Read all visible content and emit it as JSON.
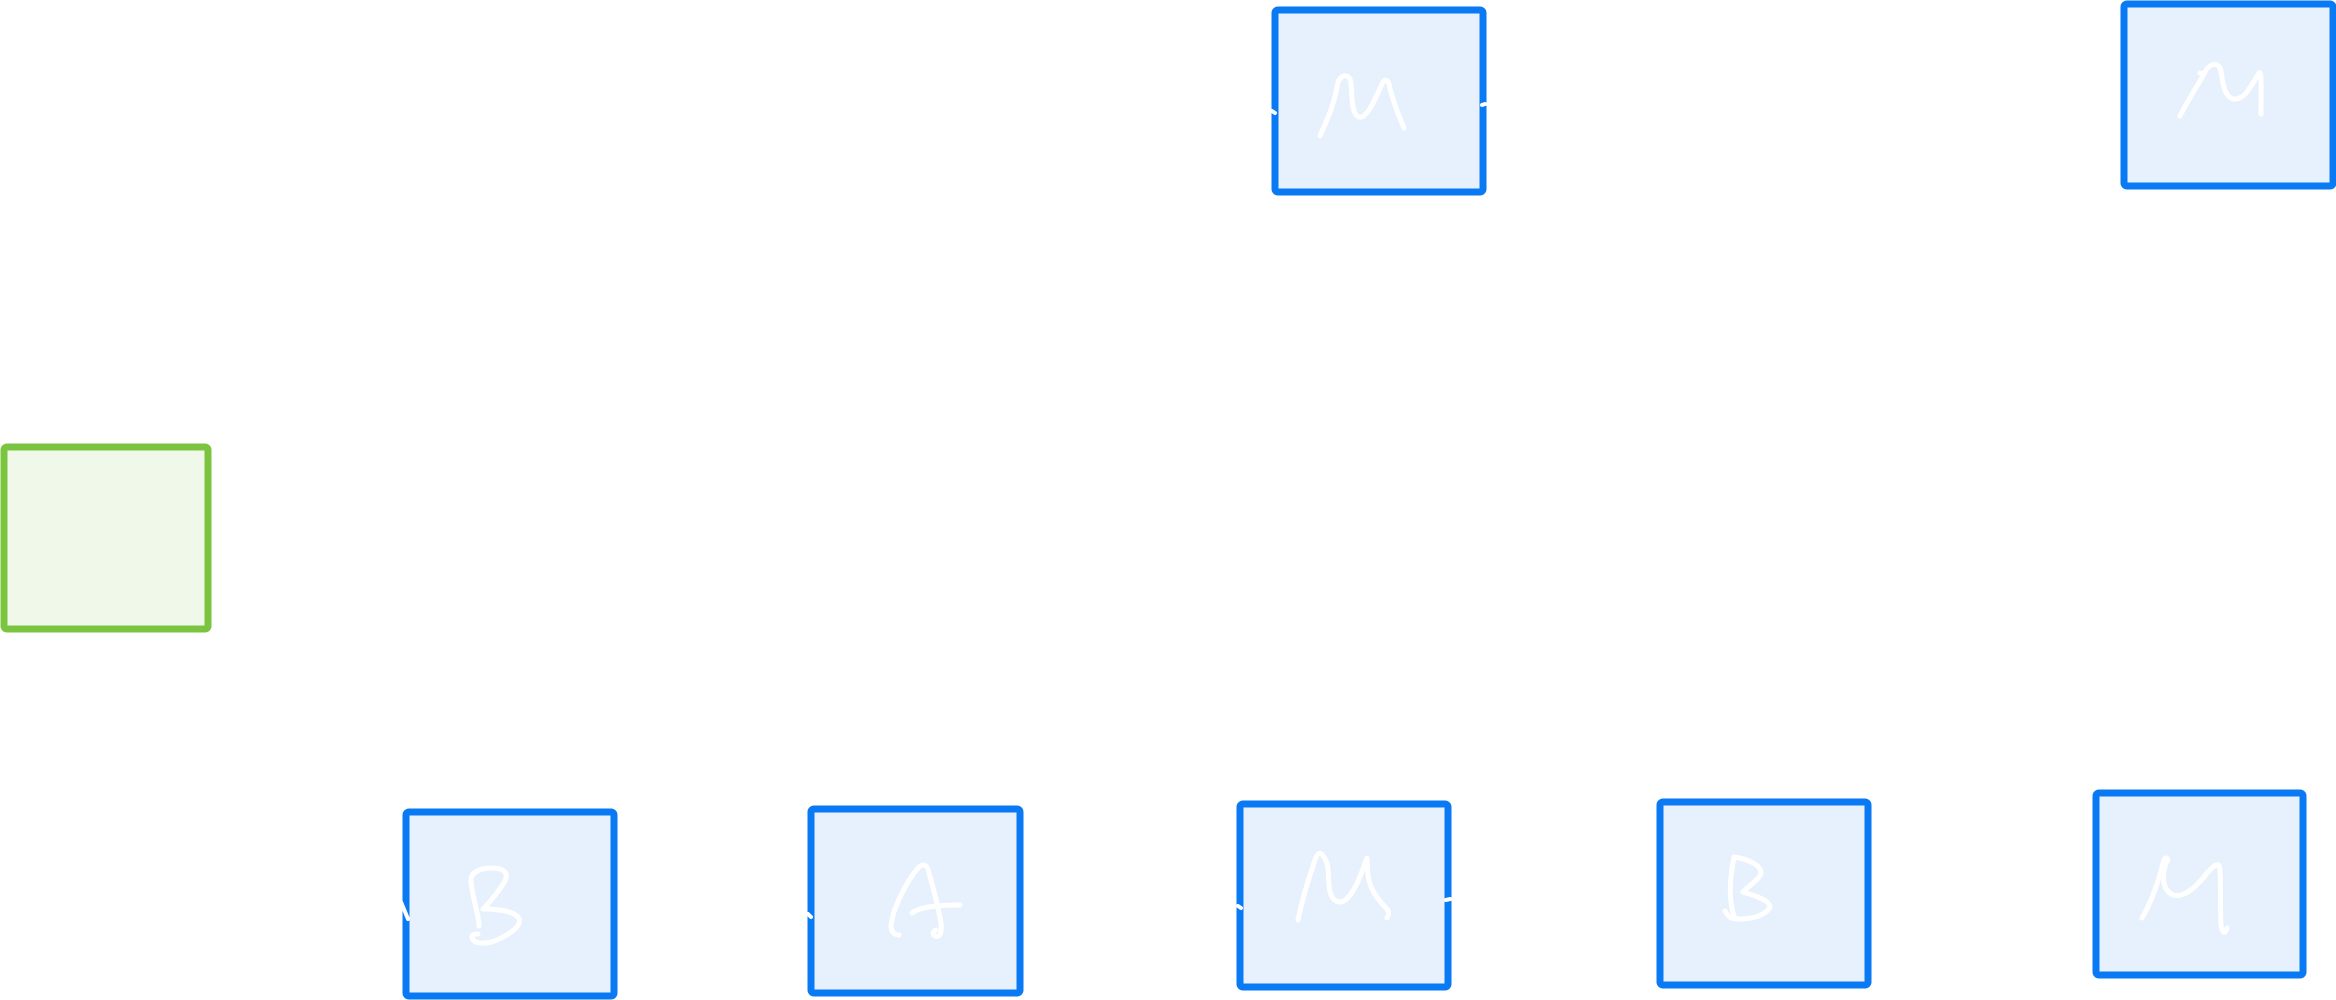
{
  "diagram": {
    "colors": {
      "background": "#ffffff",
      "blue_fill": "#e6f1fd",
      "blue_stroke": "#0a7af4",
      "green_fill": "#f0f8e9",
      "green_stroke": "#7bc440",
      "glyph_stroke": "#ffffff"
    },
    "nodes": [
      {
        "id": "node-top-m-left",
        "kind": "blue",
        "glyph": "M"
      },
      {
        "id": "node-top-m-right",
        "kind": "blue",
        "glyph": "M"
      },
      {
        "id": "node-left-green",
        "kind": "green",
        "glyph": ""
      },
      {
        "id": "node-bottom-b-1",
        "kind": "blue",
        "glyph": "B"
      },
      {
        "id": "node-bottom-a",
        "kind": "blue",
        "glyph": "A"
      },
      {
        "id": "node-bottom-m",
        "kind": "blue",
        "glyph": "M"
      },
      {
        "id": "node-bottom-b-2",
        "kind": "blue",
        "glyph": "B"
      },
      {
        "id": "node-bottom-m-right",
        "kind": "blue",
        "glyph": "M"
      }
    ]
  }
}
